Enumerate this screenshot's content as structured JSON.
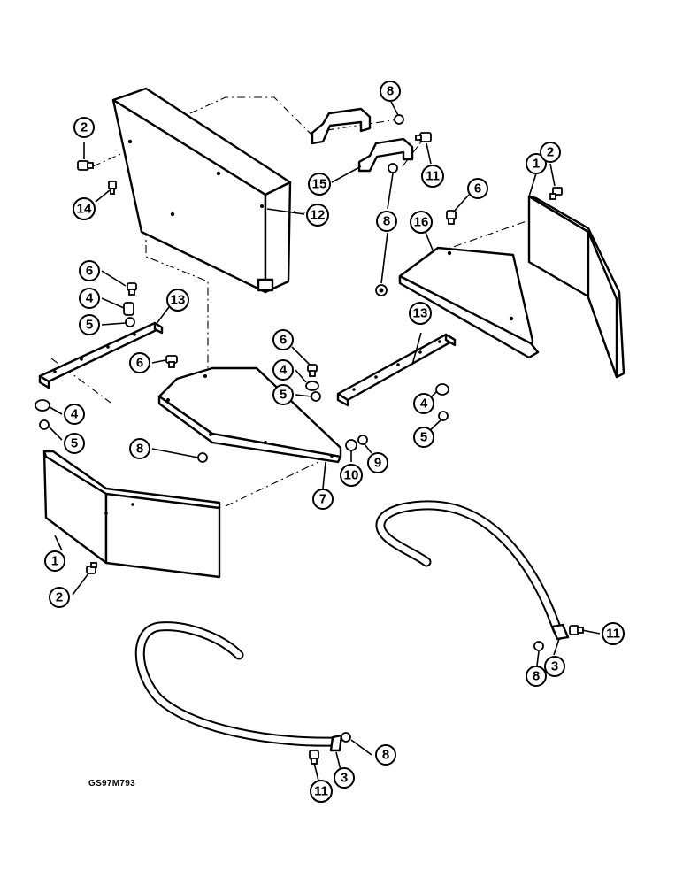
{
  "callouts": {
    "c1": "2",
    "c2": "8",
    "c3": "15",
    "c4": "11",
    "c5": "14",
    "c6": "12",
    "c7": "1",
    "c8": "2",
    "c9": "6",
    "c10": "16",
    "c11": "8",
    "c12": "6",
    "c13": "4",
    "c14": "5",
    "c15": "13",
    "c16": "4",
    "c17": "5",
    "c18": "6",
    "c19": "6",
    "c20": "4",
    "c21": "5",
    "c22": "13",
    "c23": "4",
    "c24": "5",
    "c25": "8",
    "c26": "10",
    "c27": "9",
    "c28": "7",
    "c29": "1",
    "c30": "2",
    "c31": "11",
    "c32": "3",
    "c33": "8",
    "c34": "8",
    "c35": "3",
    "c36": "11"
  },
  "drawing_code": "GS97M793"
}
